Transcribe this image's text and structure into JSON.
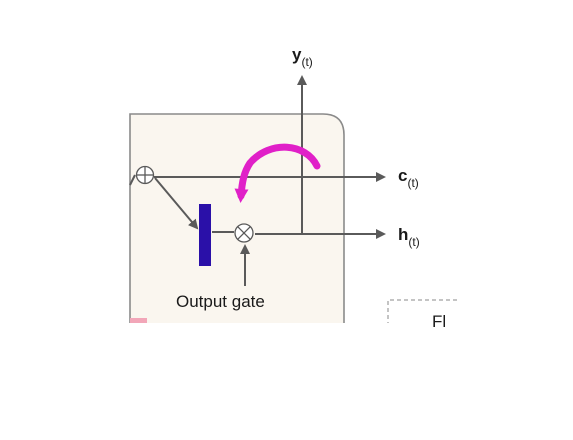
{
  "outputs": {
    "y": {
      "main": "y",
      "sub": "(t)"
    },
    "c": {
      "main": "c",
      "sub": "(t)"
    },
    "h": {
      "main": "h",
      "sub": "(t)"
    }
  },
  "gate_label": "Output gate",
  "operators": {
    "add": "⊕",
    "multiply": "⊗"
  },
  "partial_text": "Fl",
  "colors": {
    "cell_fill": "#faf6ef",
    "cell_border": "#8a8a8a",
    "arrow": "#5a5a5a",
    "gate_bar": "#2a10a8",
    "magenta_arrow": "#e020c8",
    "pink_block": "#f2a6b8"
  }
}
